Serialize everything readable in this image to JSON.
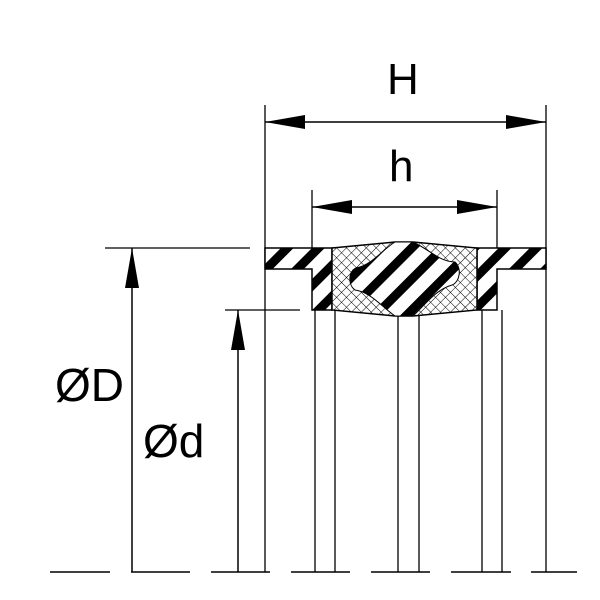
{
  "labels": {
    "overall_height": "H",
    "inner_height": "h",
    "outer_diameter": "ØD",
    "inner_diameter": "Ød"
  },
  "colors": {
    "line": "#000000",
    "background": "#ffffff"
  }
}
